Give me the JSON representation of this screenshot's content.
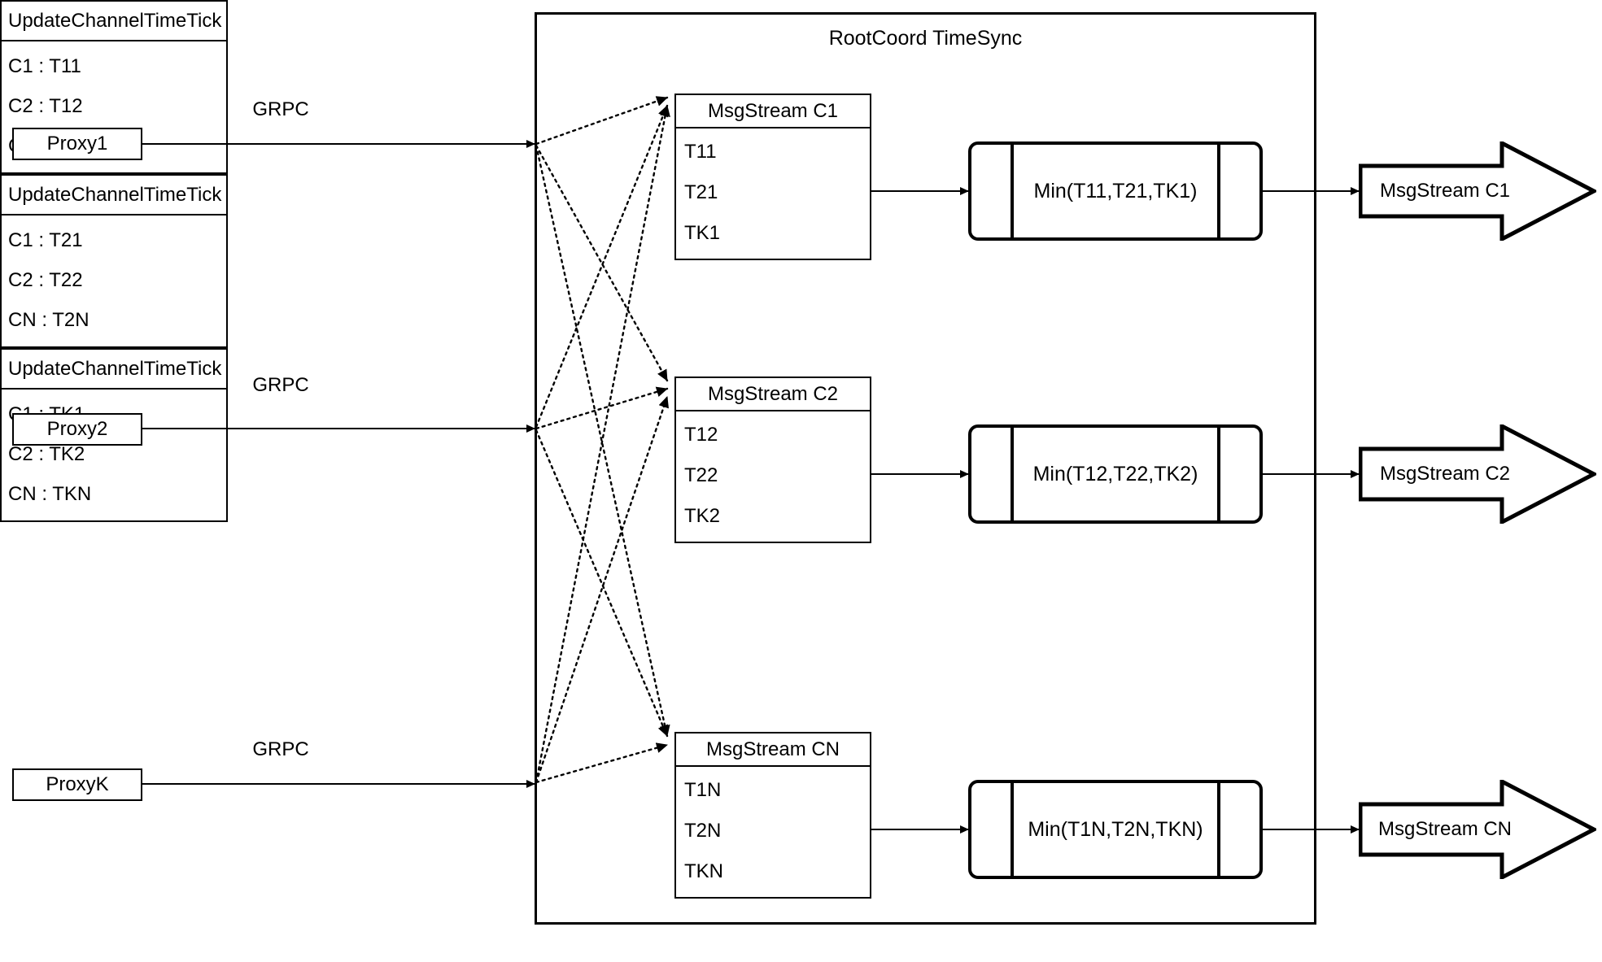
{
  "diagram": {
    "title": "RootCoord TimeSync",
    "container_label": "RootCoord TimeSync"
  },
  "proxies": [
    {
      "name": "Proxy1",
      "link_label": "GRPC",
      "request": {
        "title": "UpdateChannelTimeTick",
        "entries": [
          "C1 :  T11",
          "C2 :  T12",
          "CN : T1N"
        ]
      }
    },
    {
      "name": "Proxy2",
      "link_label": "GRPC",
      "request": {
        "title": "UpdateChannelTimeTick",
        "entries": [
          "C1 :  T21",
          "C2 :  T22",
          "CN : T2N"
        ]
      }
    },
    {
      "name": "ProxyK",
      "link_label": "GRPC",
      "request": {
        "title": "UpdateChannelTimeTick",
        "entries": [
          "C1 :  TK1",
          "C2 :  TK2",
          "CN : TKN"
        ]
      }
    }
  ],
  "channels": [
    {
      "stream": {
        "title": "MsgStream C1",
        "ticks": [
          "T11",
          "T21",
          "TK1"
        ]
      },
      "reducer": {
        "label": "Min(T11,T21,TK1)"
      },
      "output": {
        "label": "MsgStream C1"
      }
    },
    {
      "stream": {
        "title": "MsgStream C2",
        "ticks": [
          "T12",
          "T22",
          "TK2"
        ]
      },
      "reducer": {
        "label": "Min(T12,T22,TK2)"
      },
      "output": {
        "label": "MsgStream C2"
      }
    },
    {
      "stream": {
        "title": "MsgStream CN",
        "ticks": [
          "T1N",
          "T2N",
          "TKN"
        ]
      },
      "reducer": {
        "label": "Min(T1N,T2N,TKN)"
      },
      "output": {
        "label": "MsgStream CN"
      }
    }
  ],
  "style": {
    "stroke": "#000000",
    "background": "#ffffff"
  }
}
